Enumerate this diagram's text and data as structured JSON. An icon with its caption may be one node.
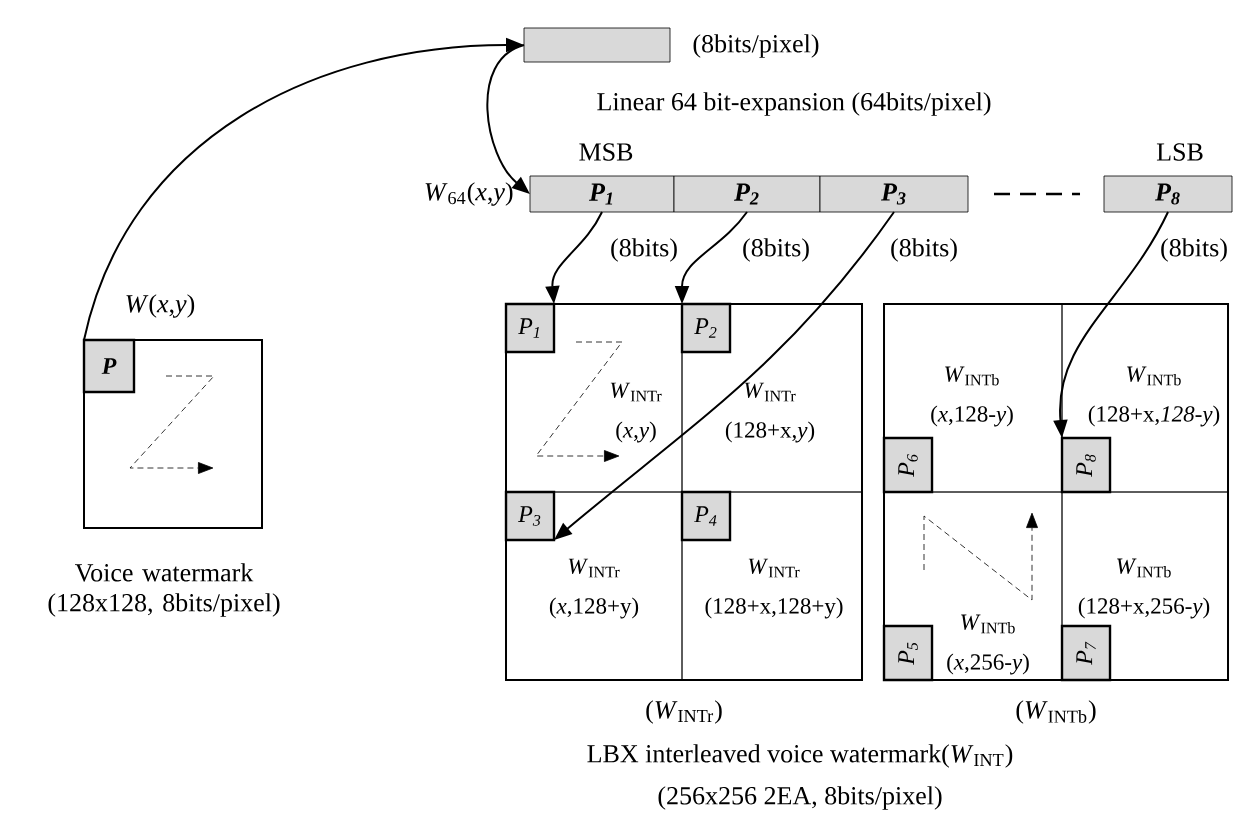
{
  "diagram": {
    "nodes": [
      {
        "text": [],
        "shape": "box",
        "beside": [
          "(8bits/pixel)"
        ]
      },
      {
        "text": [
          "P$_{1}$"
        ],
        "beside": [
          "MSB"
        ]
      },
      {
        "text": [
          "P$_{2}$"
        ]
      },
      {
        "text": [
          "P$_{3}$"
        ]
      },
      {
        "text": [
          "P$_{8}$"
        ],
        "beside": [
          "LSB"
        ]
      },
      {
        "text": [],
        "shape": "box",
        "beside": [
          "*W*(*x*,*y*)",
          "Voice watermark (128x128, 8bits/pixel)"
        ]
      },
      {
        "text": [
          "P"
        ],
        "in": 5
      },
      {
        "text": [],
        "shape": "box",
        "beside": [
          "(*W*$_{INTr}$)"
        ]
      },
      {
        "text": [
          "*W*$_{INTr}$",
          "(*x*,*y*)"
        ],
        "in": 7
      },
      {
        "text": [
          "P$_{1}$"
        ],
        "in": 8
      },
      {
        "text": [
          "*W*$_{INTr}$",
          "(128+x,*y*)"
        ],
        "in": 7
      },
      {
        "text": [
          "P$_{2}$"
        ],
        "in": 10
      },
      {
        "text": [
          "*W*$_{INTr}$",
          "(*x*,128+y)"
        ],
        "in": 7
      },
      {
        "text": [
          "P$_{3}$"
        ],
        "in": 12
      },
      {
        "text": [
          "*W*$_{INTr}$",
          "(128+x,128+y)"
        ],
        "in": 7
      },
      {
        "text": [
          "P$_{4}$"
        ],
        "in": 14
      },
      {
        "text": [],
        "shape": "box",
        "beside": [
          "(*W*$_{INTb}$)"
        ]
      },
      {
        "text": [
          "*W*$_{INTb}$",
          "(*x*,128-*y*)"
        ],
        "in": 16
      },
      {
        "text": [
          "P$_{6}$"
        ],
        "in": 17
      },
      {
        "text": [
          "*W*$_{INTb}$",
          "(128+x,*128-y*)"
        ],
        "in": 16
      },
      {
        "text": [
          "P$_{8}$"
        ],
        "in": 19
      },
      {
        "text": [
          "*W*$_{INTb}$",
          "(*x*,256-*y*)"
        ],
        "in": 16
      },
      {
        "text": [
          "P$_{5}$"
        ],
        "in": 21
      },
      {
        "text": [
          "*W*$_{INTb}$",
          "(128+x,256-*y*)"
        ],
        "in": 16
      },
      {
        "text": [
          "P$_{7}$"
        ],
        "in": 23
      }
    ],
    "edges": [
      {
        "from": 6,
        "to": 0,
        "arrow": "to"
      },
      {
        "from": 0,
        "to": 1,
        "arrow": "to"
      },
      {
        "from": 1,
        "to": 9,
        "arrow": "to",
        "label": "(8bits)"
      },
      {
        "from": 2,
        "to": 11,
        "arrow": "to",
        "label": "(8bits)"
      },
      {
        "from": 3,
        "to": 13,
        "arrow": "to",
        "label": "(8bits)"
      },
      {
        "from": 4,
        "to": 20,
        "arrow": "to",
        "label": "(8bits)"
      }
    ],
    "labels": [
      "Linear 64 bit-expansion (64bits/pixel)",
      "*W*$_{64}$(*x*,*y*)",
      "LBX interleaved voice watermark(*W*$_{INT}$)",
      "(256x256 2EA, 8bits/pixel)"
    ]
  }
}
